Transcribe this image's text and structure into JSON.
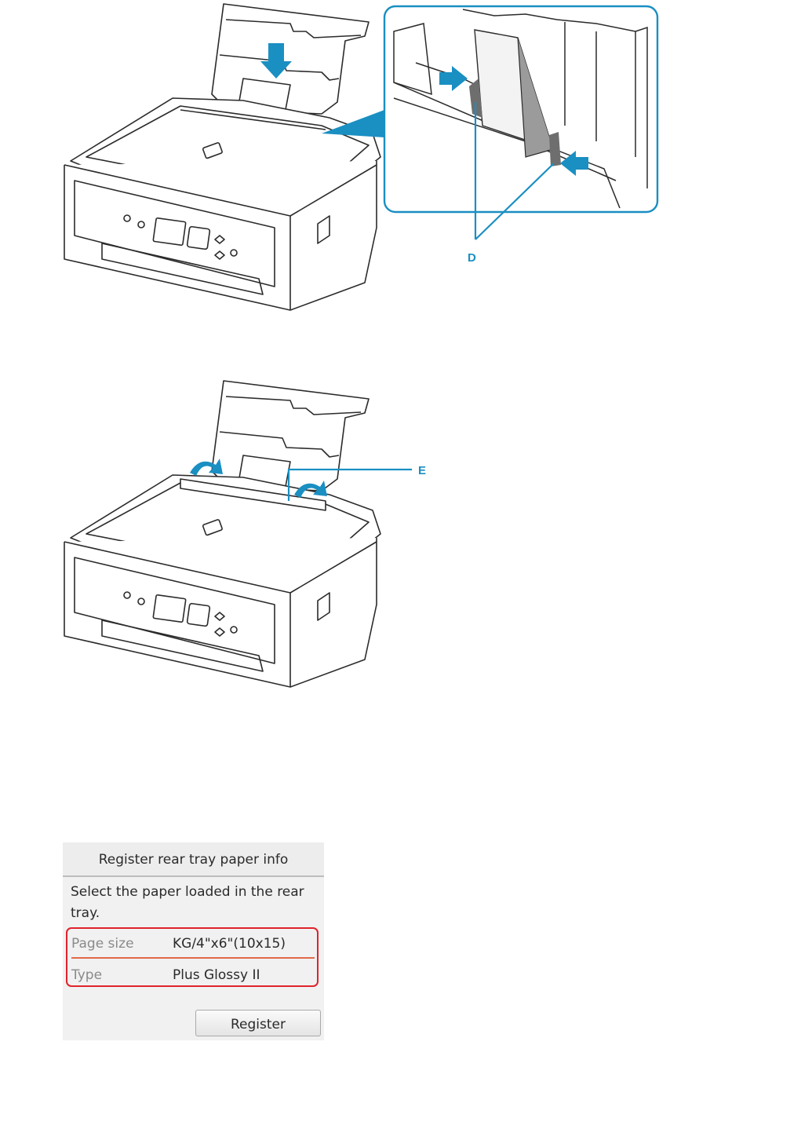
{
  "illustration_top": {
    "callout_label": "D"
  },
  "illustration_middle": {
    "callout_label": "E"
  },
  "lcd": {
    "title": "Register rear tray paper info",
    "message": "Select the paper loaded in the rear tray.",
    "settings": [
      {
        "label": "Page size",
        "value": "KG/4\"x6\"(10x15)"
      },
      {
        "label": "Type",
        "value": "Plus Glossy II"
      }
    ],
    "register_label": "Register",
    "highlight_color": "#e0232b"
  },
  "colors": {
    "callout": "#1a8fc2",
    "line": "#2b2b2b"
  }
}
